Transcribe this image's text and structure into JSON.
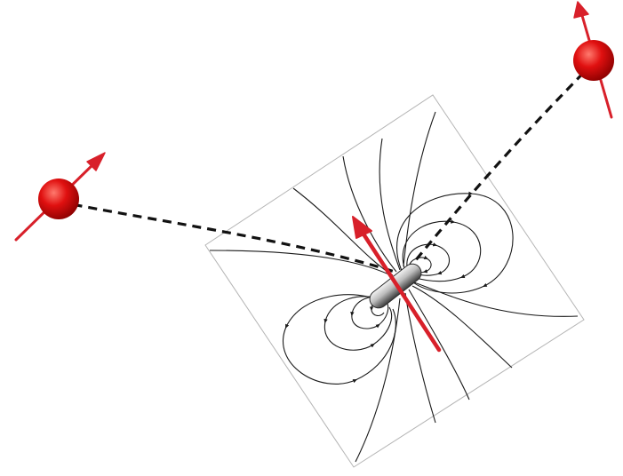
{
  "colors": {
    "background": "#ffffff",
    "field_line": "#1a1a1a",
    "panel_border": "#9a9a9a",
    "spin_arrow": "#d8202a",
    "sphere_light": "#ff5a4e",
    "sphere_dark": "#b00000",
    "coupling_dash": "#111111",
    "magnet_light": "#f0f0f0",
    "magnet_dark": "#3a3a3a"
  },
  "elements": {
    "field_panel": "dipole-magnetic-field-lines",
    "central_magnet": "bar-magnet",
    "central_moment": "magnetic-moment-arrow",
    "particles": [
      "spin-particle-left",
      "spin-particle-right"
    ]
  }
}
